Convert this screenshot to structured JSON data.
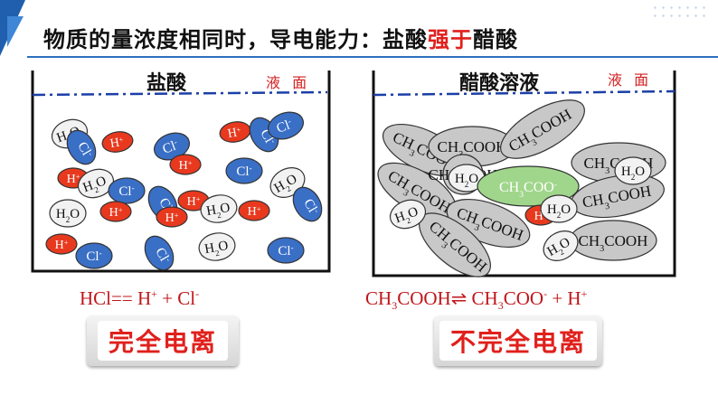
{
  "header": {
    "title_pre": "物质的量浓度相同时，导电能力：盐酸",
    "title_highlight": "强于",
    "title_post": "醋酸"
  },
  "left": {
    "title": "盐酸",
    "surface": "液 面",
    "equation": {
      "p1": "HCl== H",
      "p2": "+",
      "p3": "  + Cl",
      "p4": "-"
    },
    "badge": "完全电离"
  },
  "right": {
    "title": "醋酸溶液",
    "surface": "液 面",
    "equation": {
      "a": "CH",
      "b": "3",
      "c": "COOH⇌ CH",
      "d": "3",
      "e": "COO",
      "f": "-",
      "g": " + H",
      "h": "+"
    },
    "badge": "不完全电离"
  },
  "ions": {
    "h": "H",
    "h_charge": "+",
    "cl": "Cl",
    "cl_charge": "-",
    "water_h": "H",
    "water_2": "2",
    "water_o": "O",
    "ch3cooh_a": "CH",
    "ch3cooh_3": "3",
    "ch3cooh_b": "COOH",
    "acetate_a": "CH",
    "acetate_3": "3",
    "acetate_b": "COO",
    "acetate_charge": "-"
  },
  "colors": {
    "accent_blue": "#1f5fae",
    "h_ion": "#e8391e",
    "cl_ion": "#3a6fc6",
    "water": "#f2f2f2",
    "ch3cooh": "#c8c8c8",
    "acetate": "#9fd68b",
    "highlight_red": "#e0201c"
  }
}
